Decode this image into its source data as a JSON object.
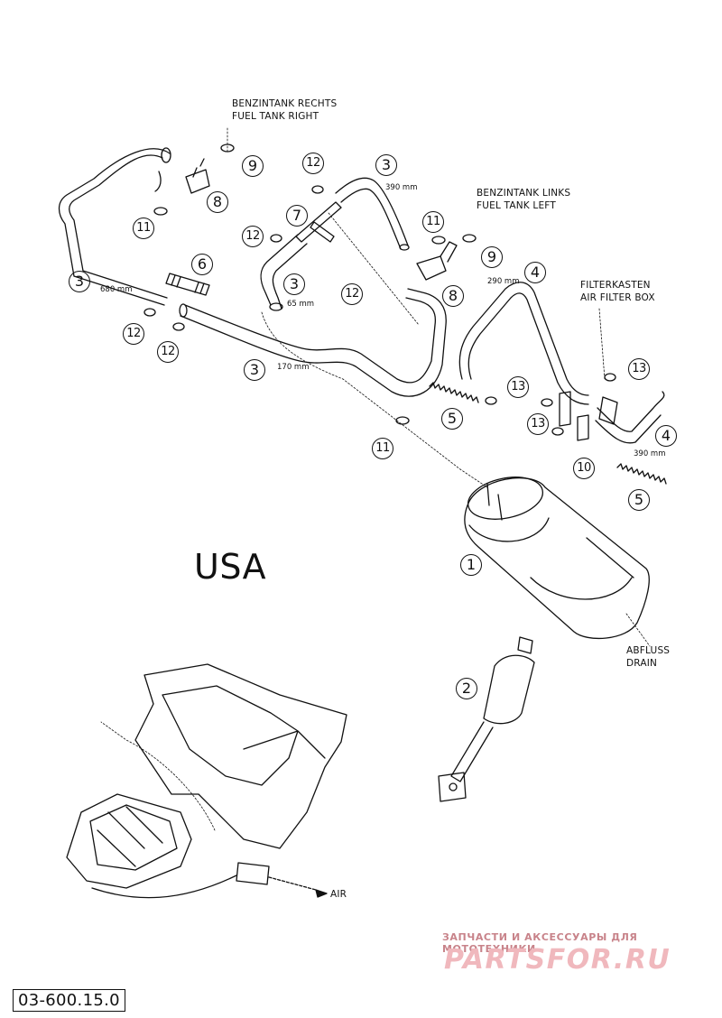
{
  "labels": {
    "fuel_tank_right_de": "BENZINTANK RECHTS",
    "fuel_tank_right_en": "FUEL TANK RIGHT",
    "fuel_tank_left_de": "BENZINTANK LINKS",
    "fuel_tank_left_en": "FUEL TANK LEFT",
    "air_filter_de": "FILTERKASTEN",
    "air_filter_en": "AIR FILTER BOX",
    "drain_de": "ABFLUSS",
    "drain_en": "DRAIN",
    "air": "AIR"
  },
  "dimensions": {
    "d680": "680 mm",
    "d390_top": "390 mm",
    "d290": "290 mm",
    "d65": "65 mm",
    "d170": "170 mm",
    "d390_right": "390 mm"
  },
  "callouts": {
    "c1": "1",
    "c2": "2",
    "c3a": "3",
    "c3b": "3",
    "c3c": "3",
    "c3d": "3",
    "c4a": "4",
    "c4b": "4",
    "c5a": "5",
    "c5b": "5",
    "c6": "6",
    "c7": "7",
    "c8a": "8",
    "c8b": "8",
    "c9a": "9",
    "c9b": "9",
    "c10": "10",
    "c11a": "11",
    "c11b": "11",
    "c11c": "11",
    "c12a": "12",
    "c12b": "12",
    "c12c": "12",
    "c12d": "12",
    "c12e": "12",
    "c13a": "13",
    "c13b": "13",
    "c13c": "13"
  },
  "region": "USA",
  "part_number": "03-600.15.0",
  "watermark": {
    "tagline": "ЗАПЧАСТИ И АКСЕССУАРЫ ДЛЯ МОТОТЕХНИКИ",
    "brand": "PARTSFOR.RU"
  }
}
